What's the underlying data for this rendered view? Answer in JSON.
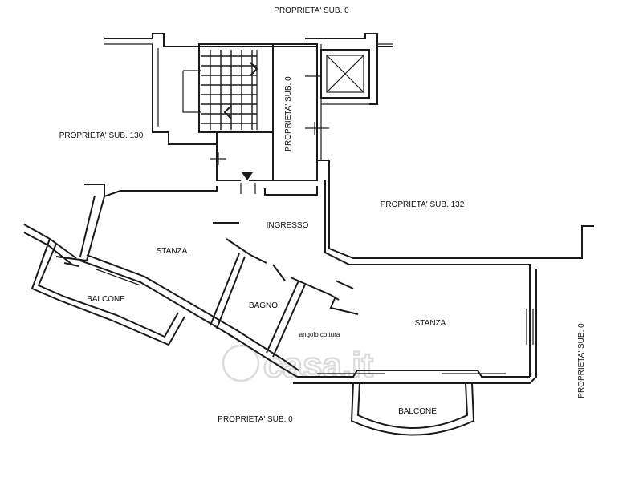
{
  "labels": {
    "top_sub0": "PROPRIETA' SUB. 0",
    "left_sub130": "PROPRIETA' SUB. 130",
    "stair_sub0": "PROPRIETA' SUB. 0",
    "right_sub132": "PROPRIETA' SUB. 132",
    "far_right_sub0": "PROPRIETA' SUB. 0",
    "bottom_sub0": "PROPRIETA' SUB. 0"
  },
  "rooms": {
    "ingresso": "INGRESSO",
    "stanza_left": "STANZA",
    "stanza_right": "STANZA",
    "bagno": "BAGNO",
    "angolo_cottura": "angolo cottura",
    "balcone_left": "BALCONE",
    "balcone_bottom": "BALCONE"
  },
  "watermark": "casa.it",
  "colors": {
    "line": "#1a1a1a",
    "watermark": "#dcdcdc",
    "background": "#ffffff"
  }
}
